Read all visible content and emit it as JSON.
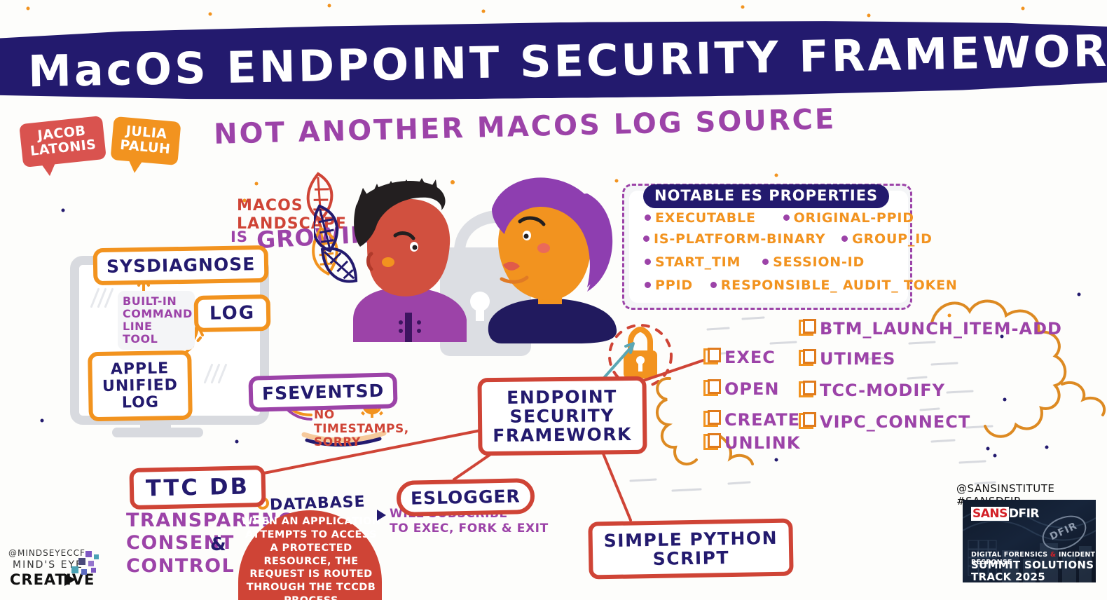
{
  "header": {
    "title": "MacOS ENDPOINT SECURITY FRAMEWORK",
    "subtitle": "NOT ANOTHER MACOS LOG SOURCE",
    "banner_color": "#231a6e",
    "subtitle_color": "#9c43a8"
  },
  "speakers": [
    {
      "name": "speaker-tag-jacob",
      "line1": "JACOB",
      "line2": "LATONIS",
      "color": "#d9534f"
    },
    {
      "name": "speaker-tag-julia",
      "line1": "JULIA",
      "line2": "PALUH",
      "color": "#f2931f"
    }
  ],
  "growing_note": {
    "line1": "MACOS",
    "line2": "LANDSCAPE",
    "is": "IS",
    "growing": "GROWING"
  },
  "monitor": {
    "sysdiagnose": "SYSDIAGNOSE",
    "log": "LOG",
    "apple_unified_log_line1": "APPLE",
    "apple_unified_log_line2": "UNIFIED",
    "apple_unified_log_line3": "LOG",
    "built_in_line1": "BUILT-IN",
    "built_in_line2": "COMMAND",
    "built_in_line3": "LINE TOOL"
  },
  "fseventsd": {
    "label": "FSEVENTSD",
    "note_line1": "NO",
    "note_line2": "TIMESTAMPS,",
    "note_line3": "SORRY",
    "icon": "clock-icon"
  },
  "center": {
    "esf_line1": "ENDPOINT",
    "esf_line2": "SECURITY",
    "esf_line3": "FRAMEWORK",
    "lock_icon": "padlock-icon"
  },
  "es_properties": {
    "title": "NOTABLE ES PROPERTIES",
    "rows": [
      [
        "EXECUTABLE",
        "ORIGINAL-PPID"
      ],
      [
        "IS-PLATFORM-BINARY",
        "GROUP_ID"
      ],
      [
        "START_TIM",
        "SESSION-ID"
      ],
      [
        "PPID",
        "RESPONSIBLE_ AUDIT_ TOKEN"
      ]
    ],
    "bullet_color": "#9c43a8",
    "text_color": "#f2931f"
  },
  "events": {
    "left_column": [
      "EXEC",
      "OPEN",
      "CREATE",
      "UNLINK"
    ],
    "right_column": [
      "BTM_LAUNCH_ITEM-ADD",
      "UTIMES",
      "TCC-MODIFY",
      "VIPC_CONNECT"
    ],
    "checkbox_icon": "checkbox-icon",
    "text_color": "#9c43a8"
  },
  "tcc": {
    "label": "TTC DB",
    "expansion_line1": "TRANSPARENCY",
    "expansion_line2": "CONSENT",
    "expansion_line3": "CONTROL",
    "ampersand": "&",
    "database_label": "DATABASE",
    "blob_text": "WHEN AN APPLICATION ATTEMPTS TO ACCESS A PROTECTED RESOURCE, THE REQUEST IS ROUTED THROUGH THE TCCDB PROCESS"
  },
  "eslogger": {
    "label": "ESLOGGER",
    "note_line1": "WILL SUBSCRIBE",
    "note_line2": "TO EXEC, FORK & EXIT",
    "bullet_icon": "triangle-bullet-icon"
  },
  "python": {
    "line1": "SIMPLE PYTHON",
    "line2": "SCRIPT"
  },
  "sans": {
    "handle": "@SANSINSTITUTE #SANSDFIR",
    "logo_red": "SANS",
    "logo_white": "DFIR",
    "watermark": "DFIR",
    "tagline_pre": "DIGITAL FORENSICS ",
    "tagline_amp": "&",
    "tagline_post": " INCIDENT RESPONSE",
    "title_line1": "SUMMIT SOLUTIONS",
    "title_line2": "TRACK 2025"
  },
  "credit": {
    "handle": "@MINDSEYECCF",
    "line1": "MIND'S EYE",
    "line2": "CREATIVE"
  },
  "palette": {
    "navy": "#231a6e",
    "purple": "#9c43a8",
    "orange": "#f2931f",
    "red": "#cf4436",
    "teal": "#5aa7b5",
    "gray": "#d8dadf"
  }
}
